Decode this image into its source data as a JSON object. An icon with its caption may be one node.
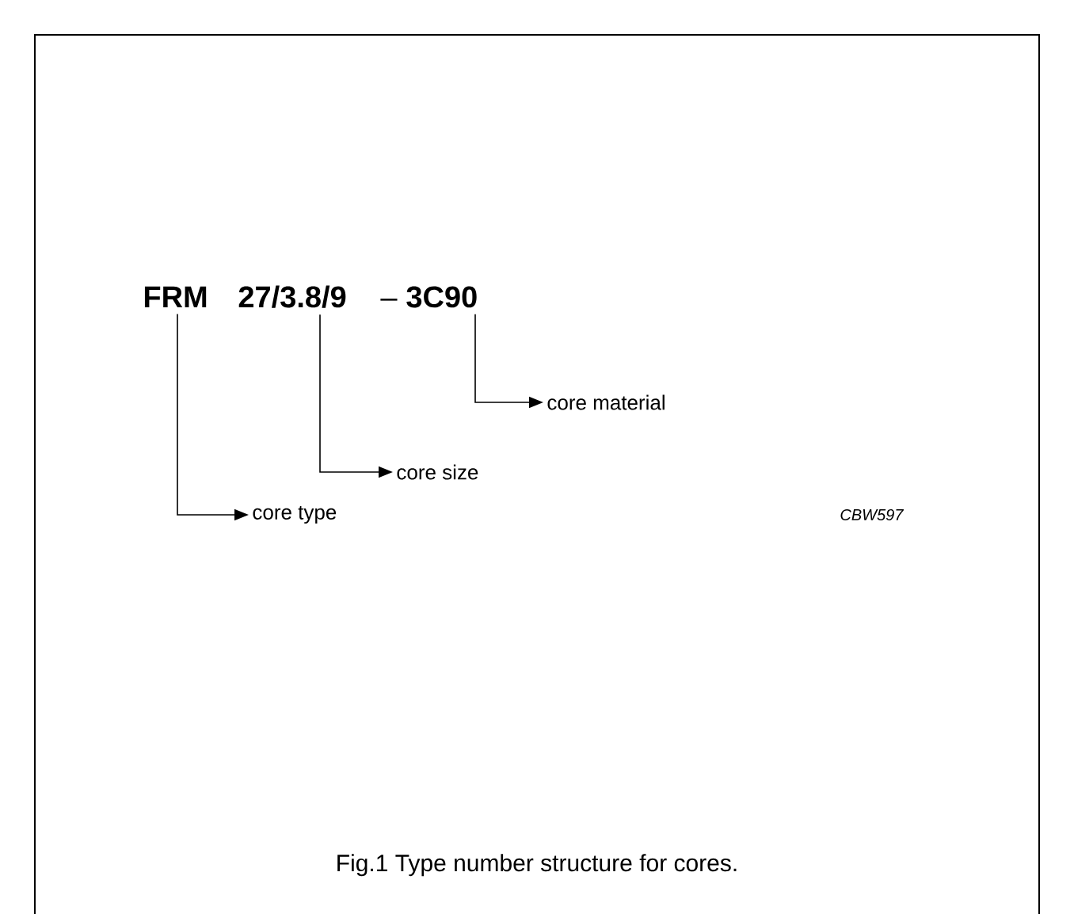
{
  "diagram": {
    "caption": "Fig.1  Type number structure for cores.",
    "nodes": [
      {
        "text": [
          "FRM"
        ]
      },
      {
        "text": [
          "27/3.8/9"
        ]
      },
      {
        "text": [
          "3C90"
        ]
      },
      {
        "text": [
          "core material"
        ]
      },
      {
        "text": [
          "core size"
        ]
      },
      {
        "text": [
          "core type"
        ]
      }
    ],
    "edges": [
      {
        "from": 0,
        "to": 5,
        "arrow": "to"
      },
      {
        "from": 1,
        "to": 4,
        "arrow": "to"
      },
      {
        "from": 2,
        "to": 3,
        "arrow": "to"
      }
    ],
    "labels": [
      "–",
      "CBW597"
    ]
  }
}
